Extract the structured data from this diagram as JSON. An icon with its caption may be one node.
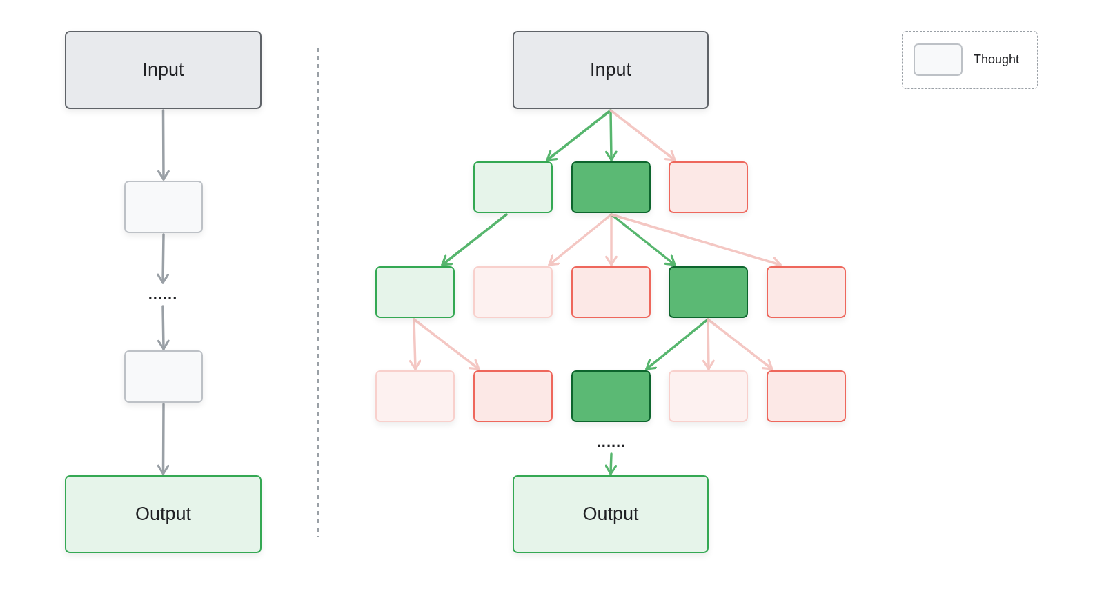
{
  "diagram": {
    "nodes": [
      {
        "text": [
          "Input"
        ]
      },
      {
        "text": [],
        "shape": "box"
      },
      {
        "text": [
          "......"
        ]
      },
      {
        "text": [],
        "shape": "box"
      },
      {
        "text": [
          "Output"
        ]
      },
      {
        "text": [
          "Input"
        ]
      },
      {
        "text": [],
        "shape": "box"
      },
      {
        "text": [],
        "shape": "box"
      },
      {
        "text": [],
        "shape": "box"
      },
      {
        "text": [],
        "shape": "box"
      },
      {
        "text": [],
        "shape": "box"
      },
      {
        "text": [],
        "shape": "box"
      },
      {
        "text": [],
        "shape": "box"
      },
      {
        "text": [],
        "shape": "box"
      },
      {
        "text": [],
        "shape": "box"
      },
      {
        "text": [],
        "shape": "box"
      },
      {
        "text": [],
        "shape": "box"
      },
      {
        "text": [],
        "shape": "box"
      },
      {
        "text": [],
        "shape": "box"
      },
      {
        "text": [
          "......"
        ]
      },
      {
        "text": [
          "Output"
        ]
      }
    ],
    "edges": [
      {
        "from": 0,
        "to": 1,
        "arrow": "to",
        "color": "#9aa0a6"
      },
      {
        "from": 1,
        "to": 2,
        "arrow": "to",
        "color": "#9aa0a6"
      },
      {
        "from": 2,
        "to": 3,
        "arrow": "to",
        "color": "#9aa0a6"
      },
      {
        "from": 3,
        "to": 4,
        "arrow": "to",
        "color": "#9aa0a6"
      },
      {
        "from": 5,
        "to": 6,
        "arrow": "to",
        "color": "#57b66e"
      },
      {
        "from": 5,
        "to": 7,
        "arrow": "to",
        "color": "#57b66e"
      },
      {
        "from": 5,
        "to": 8,
        "arrow": "to"
      },
      {
        "from": 6,
        "to": 9,
        "arrow": "to",
        "color": "#57b66e"
      },
      {
        "from": 7,
        "to": 10,
        "arrow": "to"
      },
      {
        "from": 7,
        "to": 11,
        "arrow": "to"
      },
      {
        "from": 7,
        "to": 12,
        "arrow": "to",
        "color": "#57b66e"
      },
      {
        "from": 7,
        "to": 13,
        "arrow": "to"
      },
      {
        "from": 9,
        "to": 14,
        "arrow": "to"
      },
      {
        "from": 9,
        "to": 15,
        "arrow": "to"
      },
      {
        "from": 12,
        "to": 16,
        "arrow": "to",
        "color": "#57b66e"
      },
      {
        "from": 12,
        "to": 17,
        "arrow": "to"
      },
      {
        "from": 12,
        "to": 18,
        "arrow": "to"
      },
      {
        "from": 19,
        "to": 20,
        "arrow": "to",
        "color": "#57b66e"
      }
    ],
    "legend": [
      {
        "text": "Thought",
        "color": "#f8f9fa"
      }
    ]
  }
}
